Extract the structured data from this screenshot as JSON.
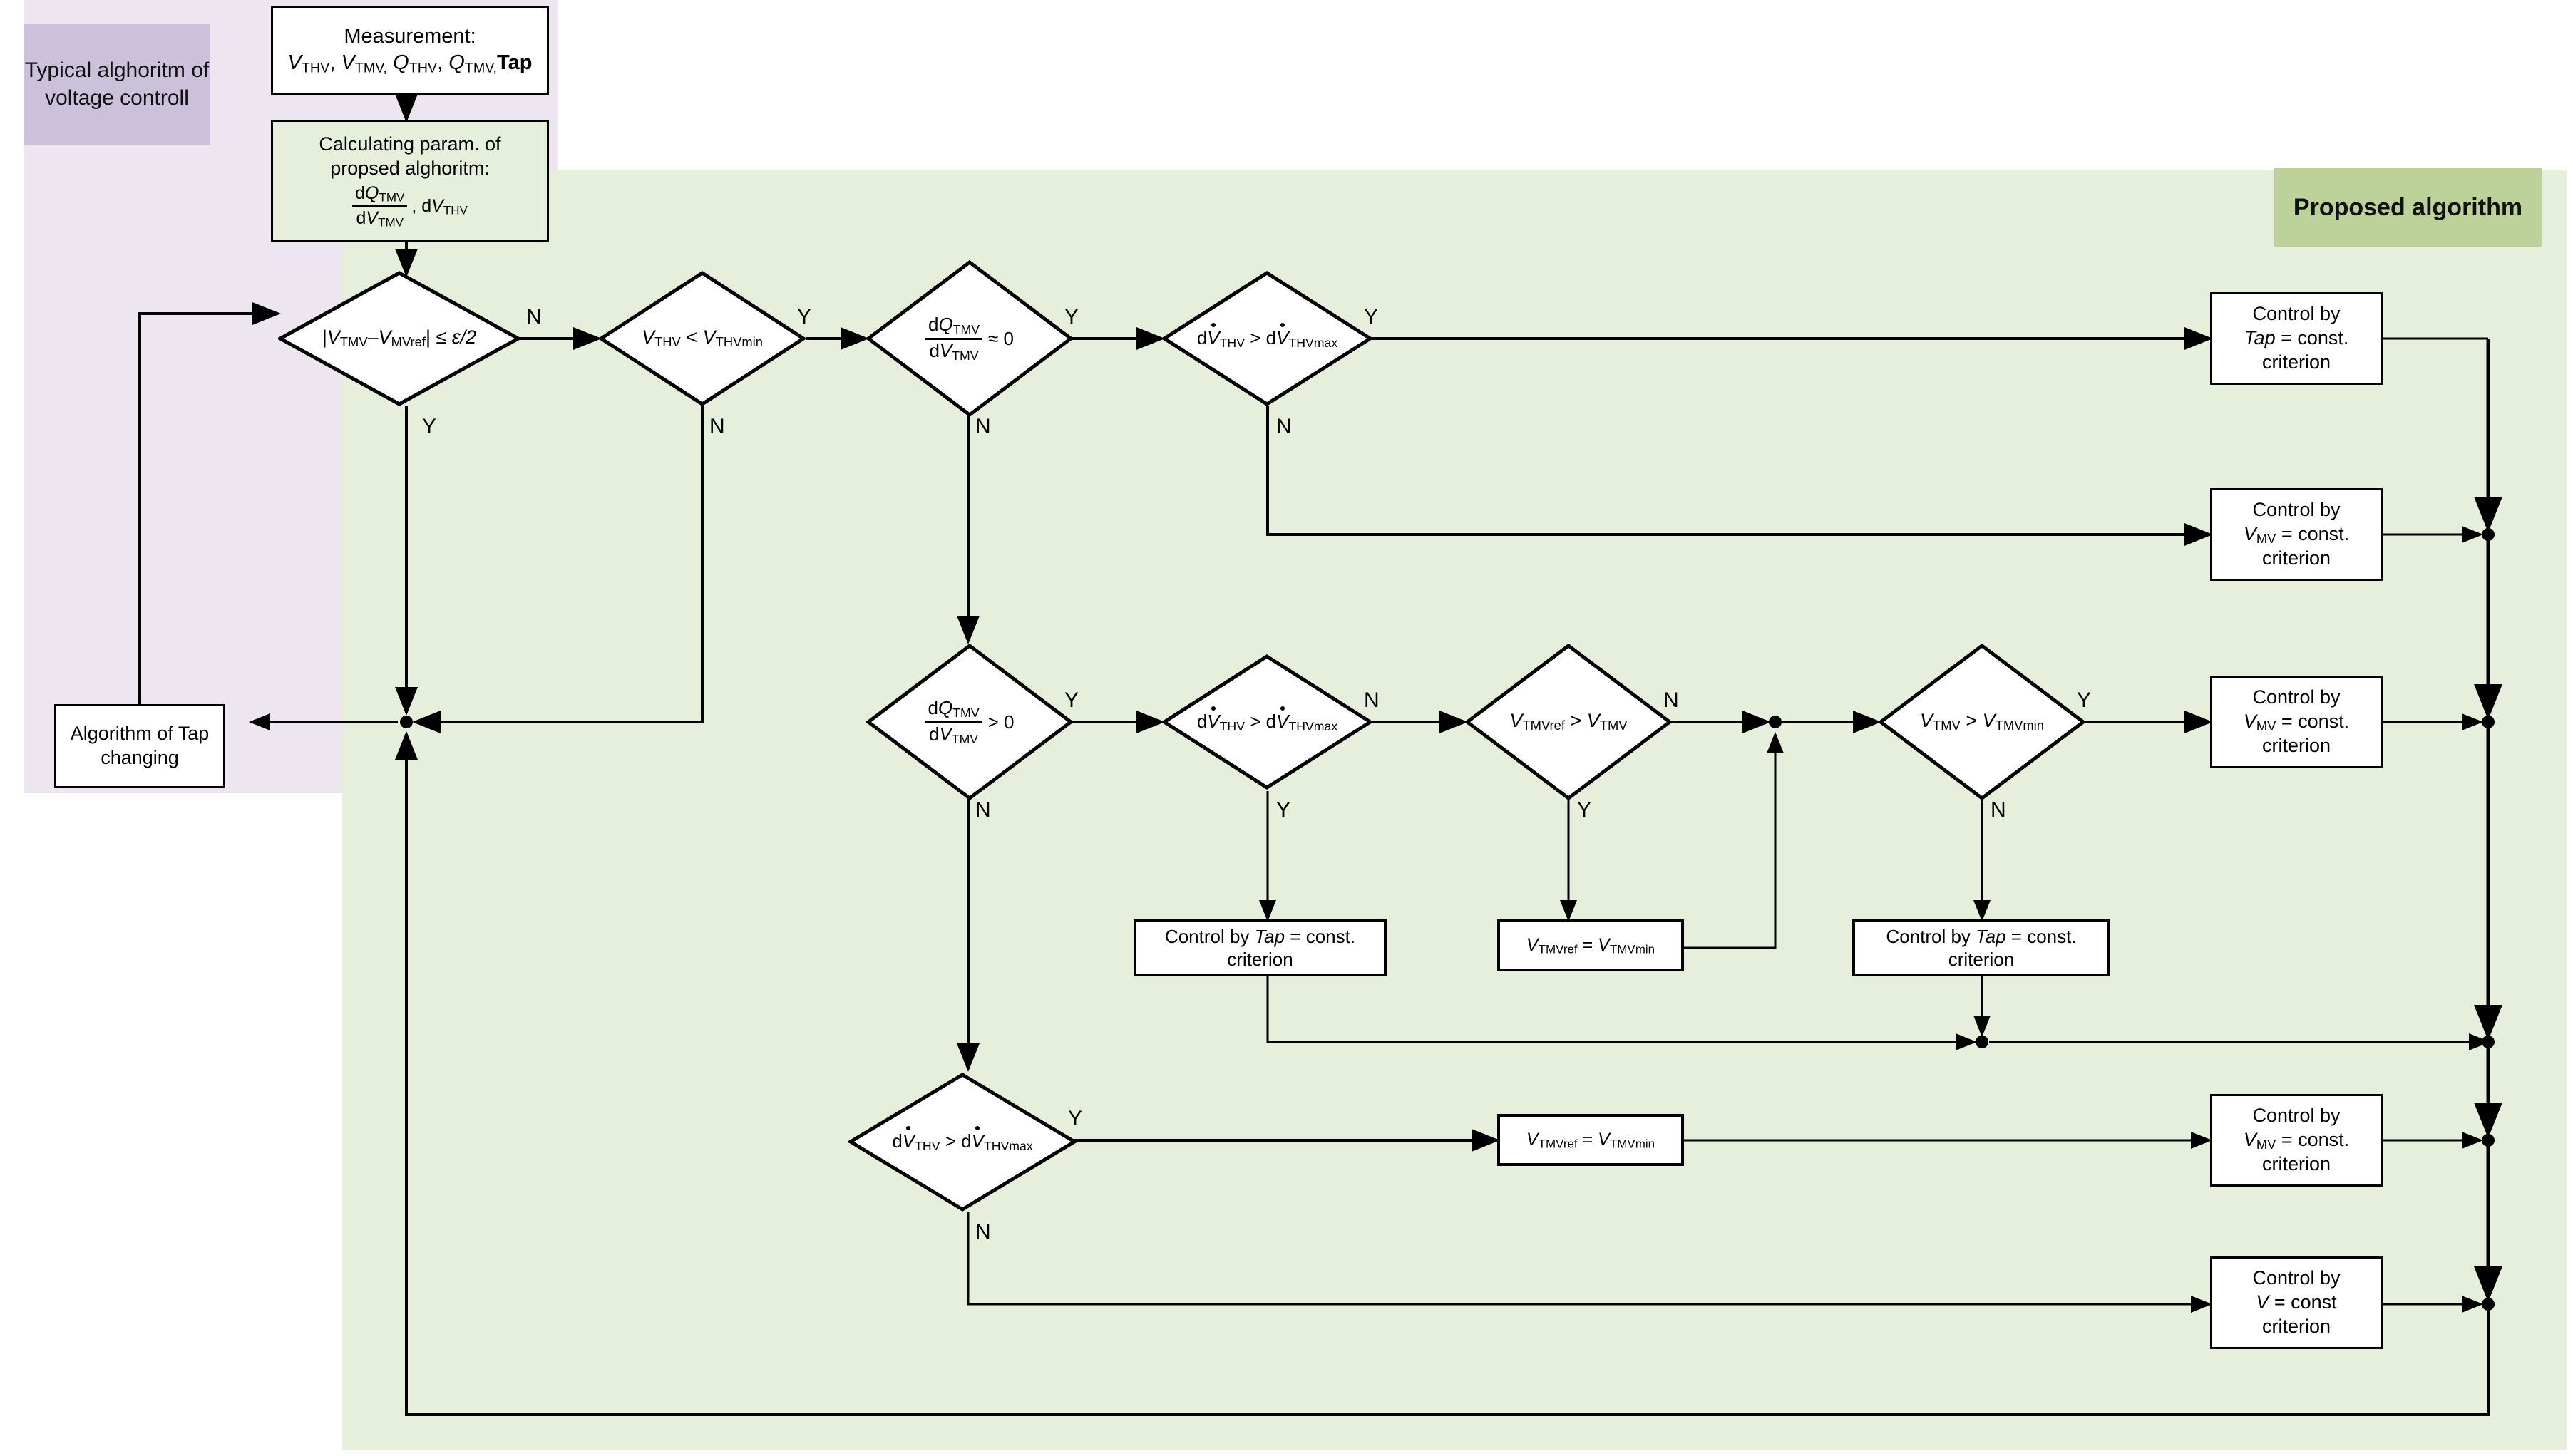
{
  "panels": {
    "typical_label": "Typical alghoritm of voltage controll",
    "proposed_label": "Proposed algorithm"
  },
  "nodes": {
    "measurement": {
      "line1": "Measurement:",
      "line2_parts": [
        "V",
        "THV",
        ", ",
        "V",
        "TMV,",
        " ",
        "Q",
        "THV",
        ", ",
        "Q",
        "TMV,",
        "Tap"
      ],
      "text": "Measurement: VTHV, VTMV, QTHV, QTMV, Tap"
    },
    "calculating": {
      "line1": "Calculating param. of",
      "line2": "propsed alghoritm:",
      "frac_num": "dQ",
      "frac_num_sub": "TMV",
      "frac_den": "dV",
      "frac_den_sub": "TMV",
      "tail": ", dV",
      "tail_sub": "THV"
    },
    "d1": {
      "expr": "|VTMV–VMVref| ≤ ε/2",
      "yes": "Y",
      "no": "N"
    },
    "d2": {
      "expr": "VTHV < VTHVmin",
      "yes": "Y",
      "no": "N"
    },
    "d3": {
      "expr": "dQTMV / dVTMV ≈ 0",
      "yes": "Y",
      "no": "N"
    },
    "d4": {
      "expr": "dV̇THV > dV̇THVmax",
      "yes": "Y",
      "no": "N"
    },
    "d5": {
      "expr": "dQTMV / dVTMV > 0",
      "yes": "Y",
      "no": "N"
    },
    "d6": {
      "expr": "dV̇THV > dV̇THVmax",
      "yes": "Y",
      "no": "N"
    },
    "d7": {
      "expr": "VTMVref > VTMV",
      "yes": "Y",
      "no": "N"
    },
    "d8": {
      "expr": "VTMV > VTMVmin",
      "yes": "Y",
      "no": "N"
    },
    "d9": {
      "expr": "dV̇THV > dV̇THVmax",
      "yes": "Y",
      "no": "N"
    },
    "tap_changing": {
      "line1": "Algorithm of Tap",
      "line2": "changing"
    },
    "ctrl_tap_1": {
      "line1": "Control by",
      "var": "Tap",
      "line2_rest": " = const.",
      "line3": "criterion"
    },
    "ctrl_vmv_1": {
      "line1": "Control by",
      "var": "VMV",
      "line2_rest": " = const.",
      "line3": "criterion"
    },
    "ctrl_vmv_2": {
      "line1": "Control by",
      "var": "VMV",
      "line2_rest": " = const.",
      "line3": "criterion"
    },
    "ctrl_vmv_3": {
      "line1": "Control by",
      "var": "VMV",
      "line2_rest": " = const.",
      "line3": "criterion"
    },
    "ctrl_v_const": {
      "line1": "Control by",
      "var": "V",
      "line2_rest": " = const",
      "line3": "criterion"
    },
    "ctrl_tap_mid_left": {
      "line1": "Control by Tap = const.",
      "line2": "criterion"
    },
    "ctrl_tap_mid_right": {
      "line1": "Control by Tap = const.",
      "line2": "criterion"
    },
    "assign_1": {
      "expr": "VTMVref = VTMVmin"
    },
    "assign_2": {
      "expr": "VTMVref = VTMVmin"
    }
  },
  "labels": {
    "d1_no": "N",
    "d1_yes": "Y",
    "d2_yes": "Y",
    "d2_no": "N",
    "d3_yes": "Y",
    "d3_no": "N",
    "d4_yes": "Y",
    "d4_no": "N",
    "d5_yes": "Y",
    "d5_no": "N",
    "d6_no": "N",
    "d6_yes": "Y",
    "d7_no": "N",
    "d7_yes": "Y",
    "d8_yes": "Y",
    "d8_no": "N",
    "d9_yes": "Y",
    "d9_no": "N"
  },
  "colors": {
    "typical_panel": "#EDE6F1",
    "typical_label": "#CCC1DB",
    "proposed_panel": "#E6EFDC",
    "proposed_label": "#BCD29A",
    "line": "#000000",
    "node_fill": "#FFFFFF"
  }
}
